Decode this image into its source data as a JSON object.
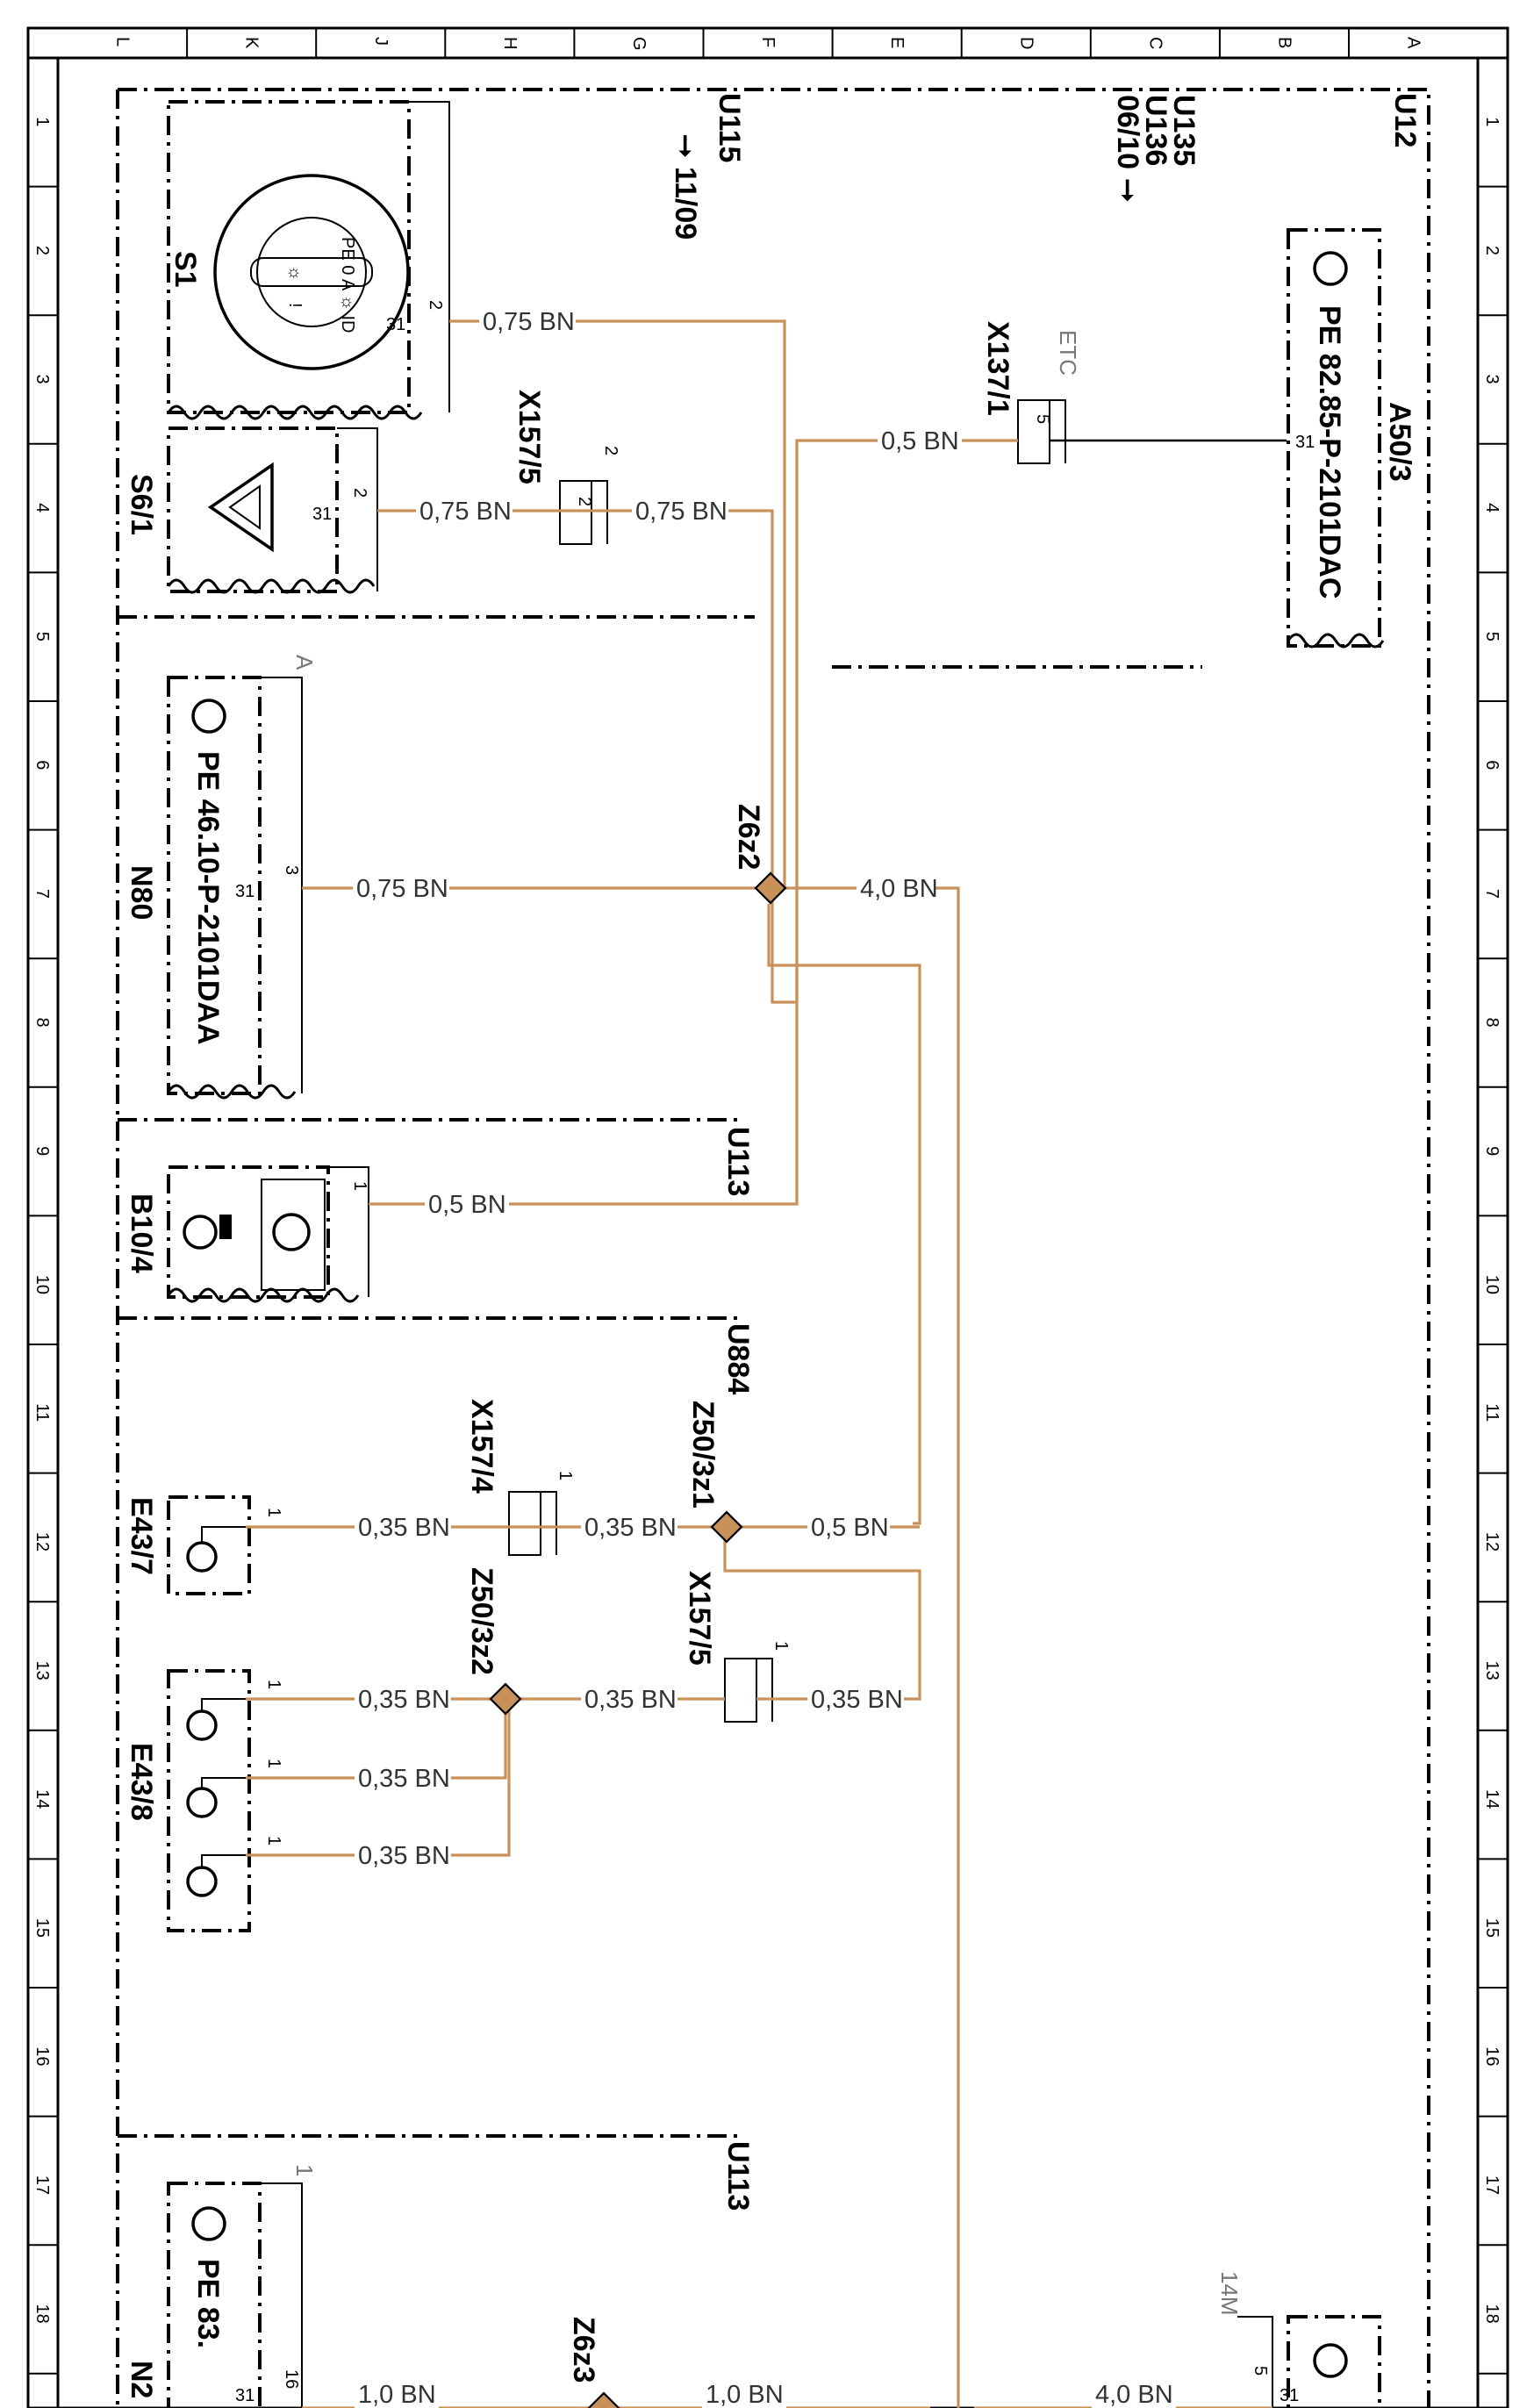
{
  "grid": {
    "columns": [
      "L",
      "K",
      "J",
      "H",
      "G",
      "F",
      "E",
      "D",
      "C",
      "B",
      "A"
    ],
    "rows": [
      "1",
      "2",
      "3",
      "4",
      "5",
      "6",
      "7",
      "8",
      "9",
      "10",
      "11",
      "12",
      "13",
      "14",
      "15",
      "16",
      "17",
      "18"
    ]
  },
  "sections": {
    "u115": "U115",
    "u115_date": "➞ 11/09",
    "u135": "U135",
    "u136": "U136",
    "u135_date": "06/10 ➞",
    "u12": "U12",
    "u113_a": "U113",
    "u884": "U884",
    "u113_b": "U113"
  },
  "components": {
    "s1": {
      "label": "S1",
      "pin": "31",
      "pin2": "2"
    },
    "s6_1": {
      "label": "S6/1",
      "pin": "31",
      "pin2": "2"
    },
    "n80": {
      "label": "N80",
      "ref": "PE 46.10-P-2101DAA",
      "pin": "31",
      "pin2": "3",
      "variant": "A"
    },
    "b10_4": {
      "label": "B10/4",
      "pin": "1"
    },
    "a50_3": {
      "label": "A50/3",
      "ref": "PE 82.85-P-2101DAC",
      "pin": "31"
    },
    "e43_7": {
      "label": "E43/7",
      "pin": "1"
    },
    "e43_8": {
      "label": "E43/8",
      "pins": [
        "1",
        "1",
        "1"
      ]
    },
    "n2": {
      "label": "N2",
      "ref": "PE 83.",
      "pin": "31",
      "pin2": "16",
      "variant": "1"
    },
    "x137_1": {
      "label": "X137/1",
      "variant": "ETC",
      "pin": "5"
    },
    "x157_5a": {
      "label": "X157/5",
      "pin": "2",
      "pin_outer": "2"
    },
    "x157_4": {
      "label": "X157/4",
      "pin": "1"
    },
    "x157_5b": {
      "label": "X157/5",
      "pin": "1"
    },
    "z6z2": {
      "label": "Z6z2"
    },
    "z50_3z1": {
      "label": "Z50/3z1"
    },
    "z50_3z2": {
      "label": "Z50/3z2"
    },
    "z6z3": {
      "label": "Z6z3"
    },
    "bottom_right": {
      "variant": "14M",
      "pin": "5",
      "pin31": "31"
    }
  },
  "wires": {
    "s1_out": "0,75 BN",
    "s6_1_out": "0,75 BN",
    "x157_5a_out": "0,75 BN",
    "x137_1_out": "0,5 BN",
    "n80_out": "0,75 BN",
    "z6z2_out": "4,0 BN",
    "b10_4_out": "0,5 BN",
    "e43_7_out": "0,35 BN",
    "x157_4_out": "0,35 BN",
    "z50_3z1_out": "0,5 BN",
    "e43_8_a": "0,35 BN",
    "z50_3z2_out": "0,35 BN",
    "x157_5b_out": "0,35 BN",
    "e43_8_b": "0,35 BN",
    "e43_8_c": "0,35 BN",
    "n2_out": "1,0 BN",
    "z6z3_out": "1,0 BN",
    "bottom_right_in": "4,0 BN"
  },
  "colors": {
    "wire_brown": "#c8915a",
    "frame": "#000000"
  }
}
